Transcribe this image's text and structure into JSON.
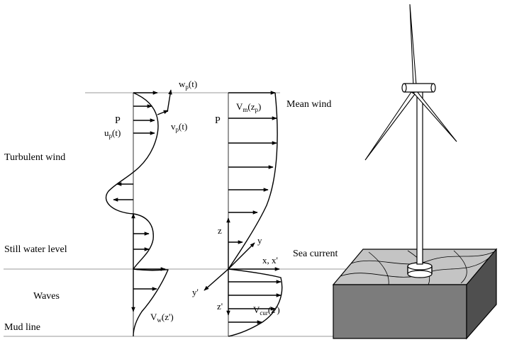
{
  "labels": {
    "turbulent_wind": "Turbulent wind",
    "still_water_level": "Still water level",
    "waves": "Waves",
    "mud_line": "Mud line",
    "mean_wind": "Mean wind",
    "sea_current": "Sea current",
    "point_p_left": "P",
    "point_p_right": "P"
  },
  "symbols": {
    "wp": {
      "main": "w",
      "sub": "p",
      "tail": "(t)"
    },
    "vp": {
      "main": "v",
      "sub": "p",
      "tail": "(t)"
    },
    "up": {
      "main": "u",
      "sub": "p",
      "tail": "(t)"
    },
    "vm": {
      "main": "V",
      "sub": "m",
      "tail": "(z",
      "sub2": "p",
      "tail2": ")"
    },
    "vw": {
      "main": "V",
      "sub": "w",
      "tail": "(z')"
    },
    "vcur": {
      "main": "V",
      "sub": "cur",
      "tail": "(z')"
    }
  },
  "axes": {
    "z_upper": "z",
    "y_upper": "y",
    "x_upper": "x, x'",
    "y_lower": "y'",
    "z_lower": "z'"
  }
}
